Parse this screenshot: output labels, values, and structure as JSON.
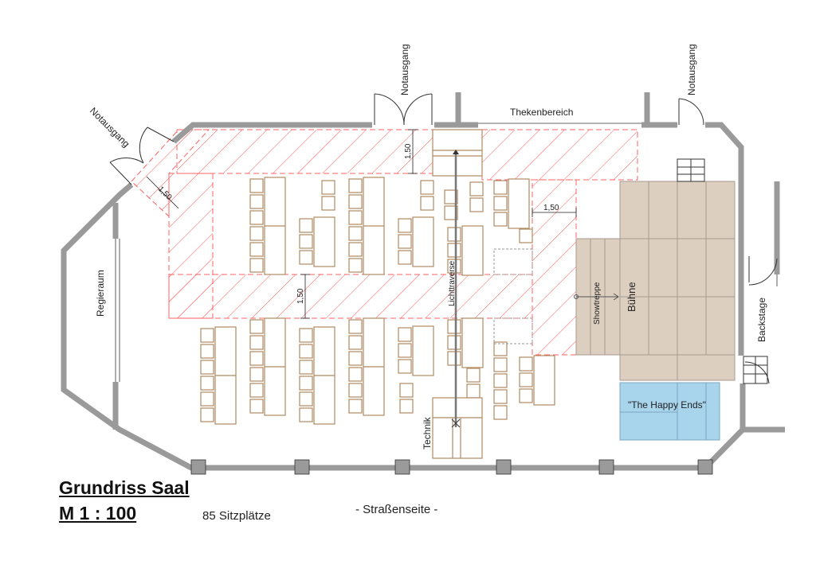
{
  "plan": {
    "title": "Grundriss Saal",
    "scale": "M 1 : 100",
    "seat_count": "85 Sitzplätze",
    "street_side": "- Straßenseite -"
  },
  "labels": {
    "emergency_exit_top_left": "Notausgang",
    "emergency_exit_top_center": "Notausgang",
    "emergency_exit_top_right": "Notausgang",
    "bar_area": "Thekenbereich",
    "control_room": "Regieraum",
    "light_truss": "Lichttraverse",
    "tech": "Technik",
    "show_stairs": "Showtreppe",
    "stage": "Bühne",
    "backstage": "Backstage",
    "band": "\"The Happy Ends\""
  },
  "dimensions": {
    "diag": "1,50",
    "top": "1,50",
    "middle": "1,50",
    "right": "1,50"
  },
  "colors": {
    "wall": "#9a9a9a",
    "furniture": "#b08a60",
    "escape_hatch": "#ff4d4d",
    "stage": "#dccfbf",
    "band_area": "#a8d4ec"
  }
}
